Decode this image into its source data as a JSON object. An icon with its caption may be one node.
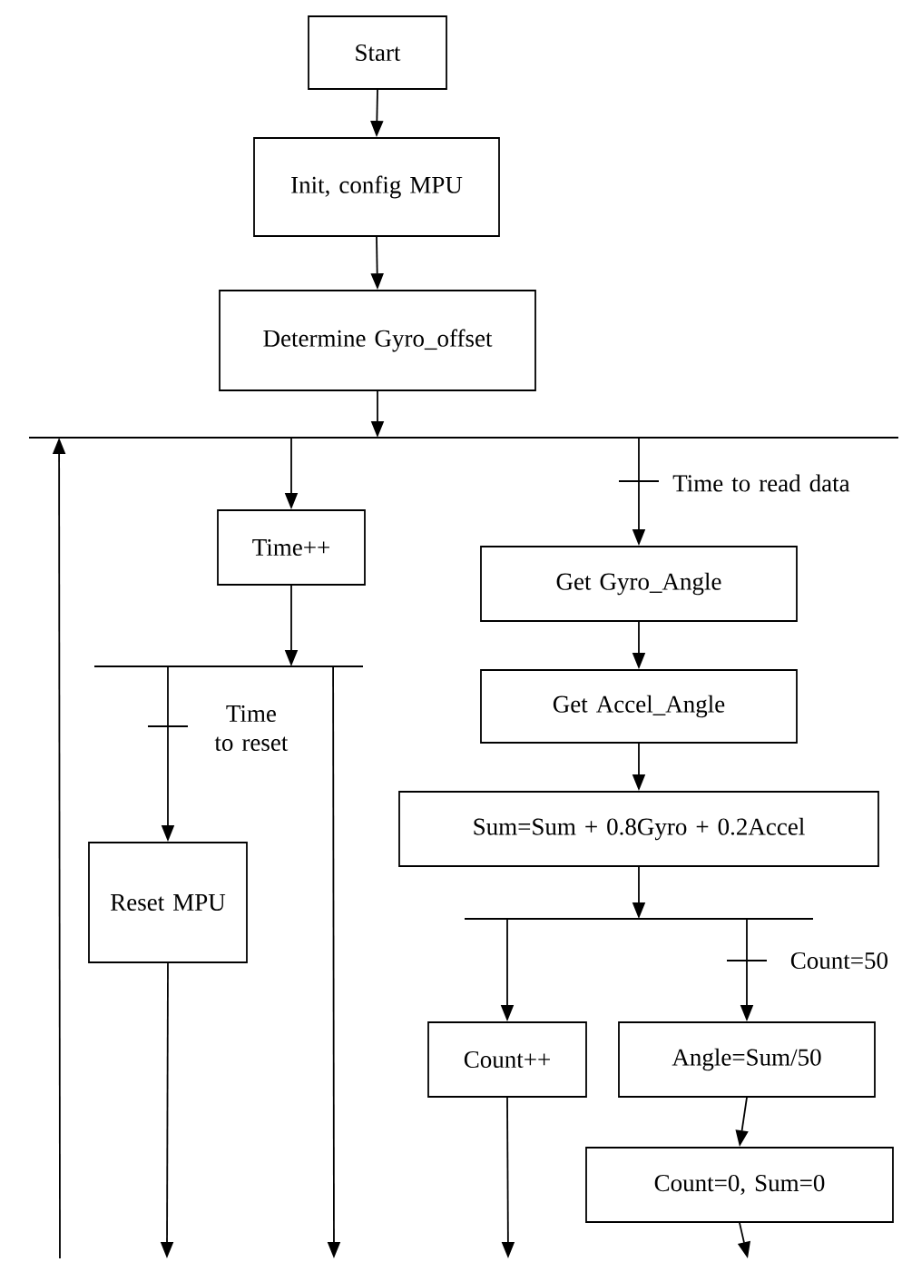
{
  "diagram": {
    "nodes": [
      {
        "text": [
          "Start"
        ]
      },
      {
        "text": [
          "Init, config MPU"
        ]
      },
      {
        "text": [
          "Determine Gyro_offset"
        ]
      },
      {
        "text": [],
        "shape": "bar"
      },
      {
        "text": [
          "Time++"
        ]
      },
      {
        "text": [
          "Get Gyro_Angle"
        ]
      },
      {
        "text": [
          "Get Accel_Angle"
        ]
      },
      {
        "text": [],
        "shape": "bar"
      },
      {
        "text": [
          "Sum=Sum + 0.8Gyro + 0.2Accel"
        ]
      },
      {
        "text": [
          "Reset MPU"
        ]
      },
      {
        "text": [],
        "shape": "bar"
      },
      {
        "text": [
          "Count++"
        ]
      },
      {
        "text": [
          "Angle=Sum/50"
        ]
      },
      {
        "text": [
          "Count=0, Sum=0"
        ]
      }
    ],
    "edges": [
      {
        "from": 0,
        "to": 1,
        "arrow": "to"
      },
      {
        "from": 1,
        "to": 2,
        "arrow": "to"
      },
      {
        "from": 2,
        "to": 3,
        "arrow": "to"
      },
      {
        "from": 3,
        "to": 4,
        "arrow": "to"
      },
      {
        "from": 3,
        "to": 5,
        "arrow": "to",
        "label": "Time to read data"
      },
      {
        "from": 5,
        "to": 6,
        "arrow": "to"
      },
      {
        "from": 6,
        "to": 8,
        "arrow": "to"
      },
      {
        "from": 4,
        "to": 7,
        "arrow": "to"
      },
      {
        "from": 7,
        "to": 9,
        "arrow": "to",
        "label": "Time to reset"
      },
      {
        "from": 7,
        "to": null,
        "arrow": "to"
      },
      {
        "from": 8,
        "to": 10,
        "arrow": "to"
      },
      {
        "from": 10,
        "to": 11,
        "arrow": "to"
      },
      {
        "from": 10,
        "to": 12,
        "arrow": "to",
        "label": "Count=50"
      },
      {
        "from": 12,
        "to": 13,
        "arrow": "to"
      },
      {
        "from": 9,
        "to": null,
        "arrow": "to"
      },
      {
        "from": 11,
        "to": null,
        "arrow": "to"
      },
      {
        "from": 13,
        "to": null,
        "arrow": "to"
      },
      {
        "from": null,
        "to": 3,
        "arrow": "to"
      }
    ]
  }
}
